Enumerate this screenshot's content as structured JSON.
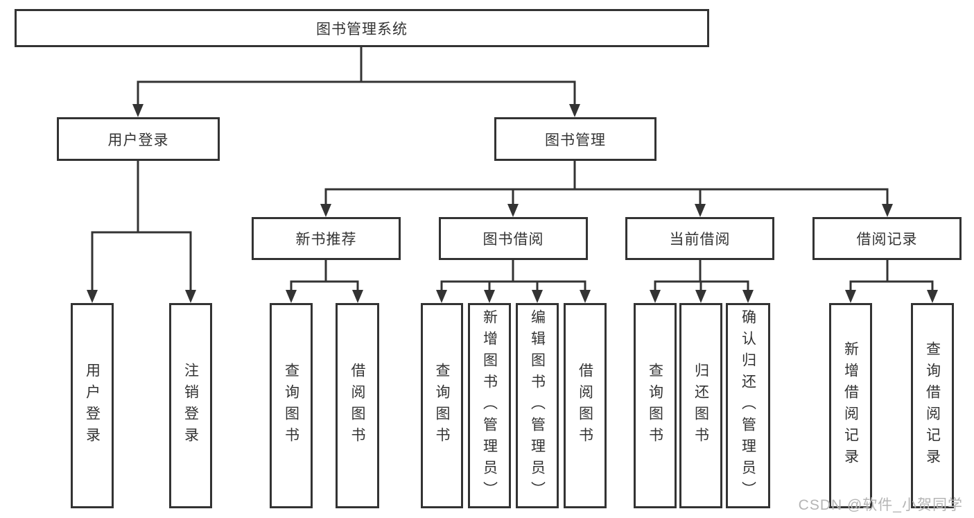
{
  "tree": {
    "root": {
      "label": "图书管理系统"
    },
    "branches": [
      {
        "label": "用户登录",
        "children": [
          {
            "label": "用户登录"
          },
          {
            "label": "注销登录"
          }
        ]
      },
      {
        "label": "图书管理",
        "groups": [
          {
            "label": "新书推荐",
            "children": [
              {
                "label": "查询图书"
              },
              {
                "label": "借阅图书"
              }
            ]
          },
          {
            "label": "图书借阅",
            "children": [
              {
                "label": "查询图书"
              },
              {
                "label": "新增图书（管理员）"
              },
              {
                "label": "编辑图书（管理员）"
              },
              {
                "label": "借阅图书"
              }
            ]
          },
          {
            "label": "当前借阅",
            "children": [
              {
                "label": "查询图书"
              },
              {
                "label": "归还图书"
              },
              {
                "label": "确认归还（管理员）"
              }
            ]
          },
          {
            "label": "借阅记录",
            "children": [
              {
                "label": "新增借阅记录"
              },
              {
                "label": "查询借阅记录"
              }
            ]
          }
        ]
      }
    ]
  },
  "watermark": "CSDN @软件_小贺同学",
  "colors": {
    "line": "#333333",
    "text": "#333333",
    "box_background": "#ffffff",
    "watermark": "#b5b5b5"
  }
}
